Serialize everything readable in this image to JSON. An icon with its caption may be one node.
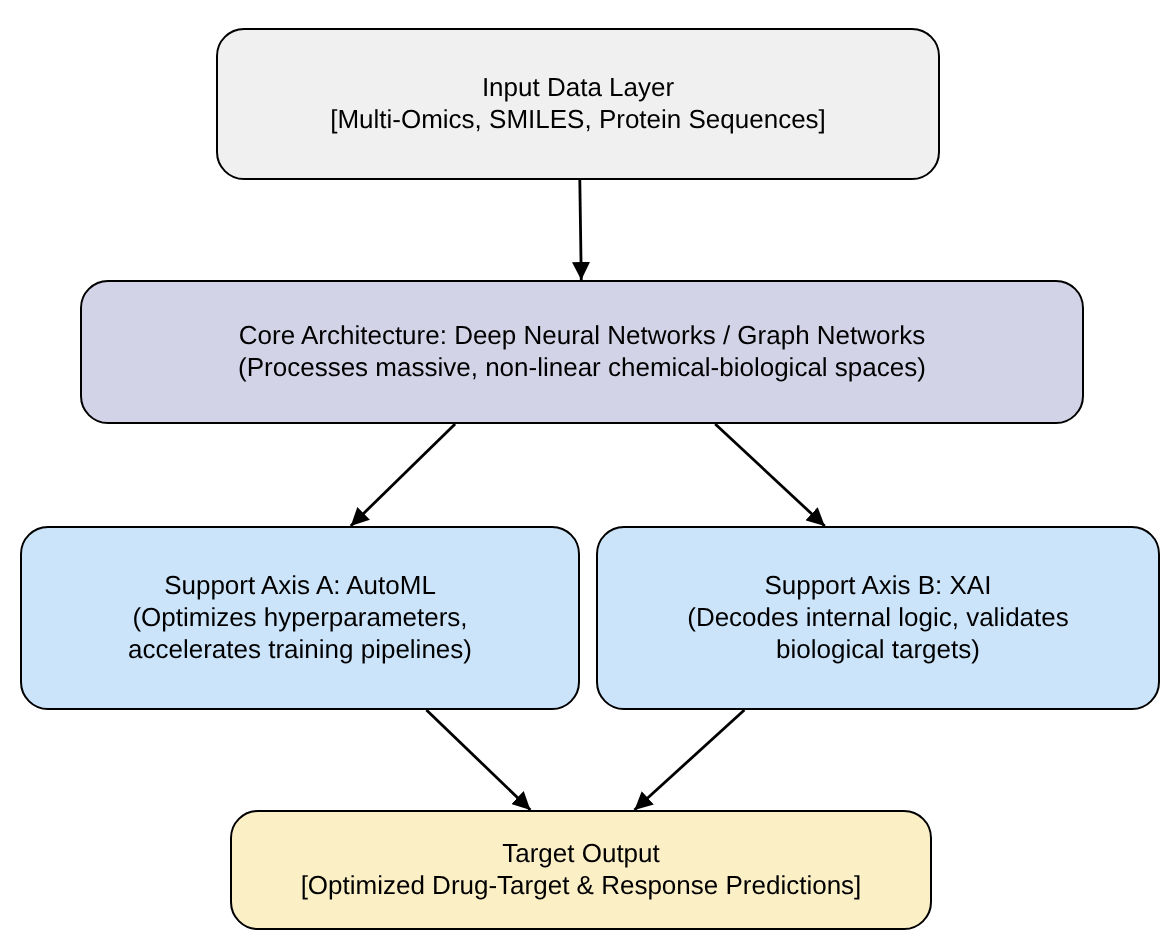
{
  "diagram": {
    "nodes": [
      {
        "text": [
          "Input Data Layer",
          "[Multi-Omics, SMILES, Protein Sequences]"
        ]
      },
      {
        "text": [
          "Core Architecture: Deep Neural Networks / Graph Networks",
          "(Processes massive, non-linear chemical-biological spaces)"
        ]
      },
      {
        "text": [
          "Support Axis A: AutoML",
          "(Optimizes hyperparameters, accelerates training pipelines)"
        ]
      },
      {
        "text": [
          "Support Axis B: XAI",
          "(Decodes internal logic, validates biological targets)"
        ]
      },
      {
        "text": [
          "Target Output",
          "[Optimized Drug-Target & Response Predictions]"
        ]
      }
    ],
    "edges": [
      {
        "from": 0,
        "to": 1,
        "arrow": "to"
      },
      {
        "from": 1,
        "to": 2,
        "arrow": "to"
      },
      {
        "from": 1,
        "to": 3,
        "arrow": "to"
      },
      {
        "from": 2,
        "to": 4,
        "arrow": "to"
      },
      {
        "from": 3,
        "to": 4,
        "arrow": "to"
      }
    ]
  }
}
